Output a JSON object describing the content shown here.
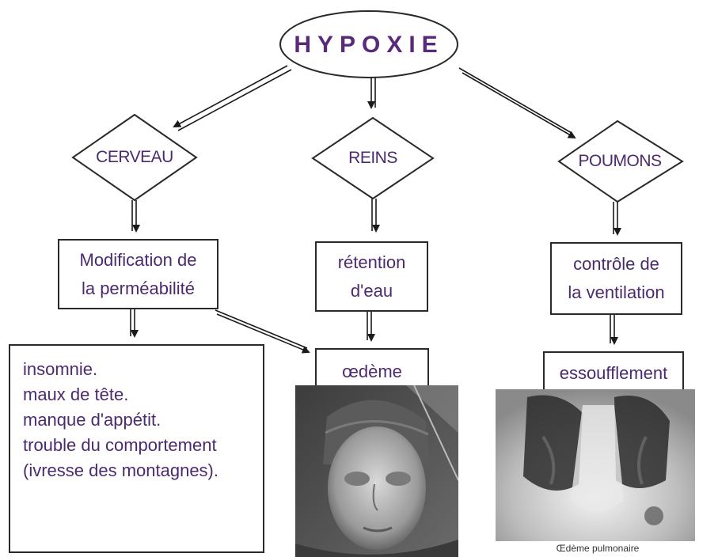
{
  "root": {
    "label": "HYPOXIE"
  },
  "organs": [
    {
      "label": "CERVEAU"
    },
    {
      "label": "REINS"
    },
    {
      "label": "POUMONS"
    }
  ],
  "effects": [
    {
      "lines": [
        "Modification de",
        "la perméabilité"
      ]
    },
    {
      "lines": [
        "rétention",
        "d'eau"
      ]
    },
    {
      "lines": [
        "contrôle de",
        "la ventilation"
      ]
    }
  ],
  "symptoms": {
    "items": [
      "insomnie.",
      "maux de tête.",
      "manque d'appétit.",
      "trouble du comportement",
      "(ivresse des montagnes)."
    ]
  },
  "outcomes": [
    {
      "label": "œdème"
    },
    {
      "label": "essoufflement"
    }
  ],
  "photos": {
    "xray_caption": "Œdème pulmonaire"
  },
  "colors": {
    "text": "#4b2a6e",
    "title": "#5a2a7a",
    "stroke": "#2a2a2a"
  }
}
